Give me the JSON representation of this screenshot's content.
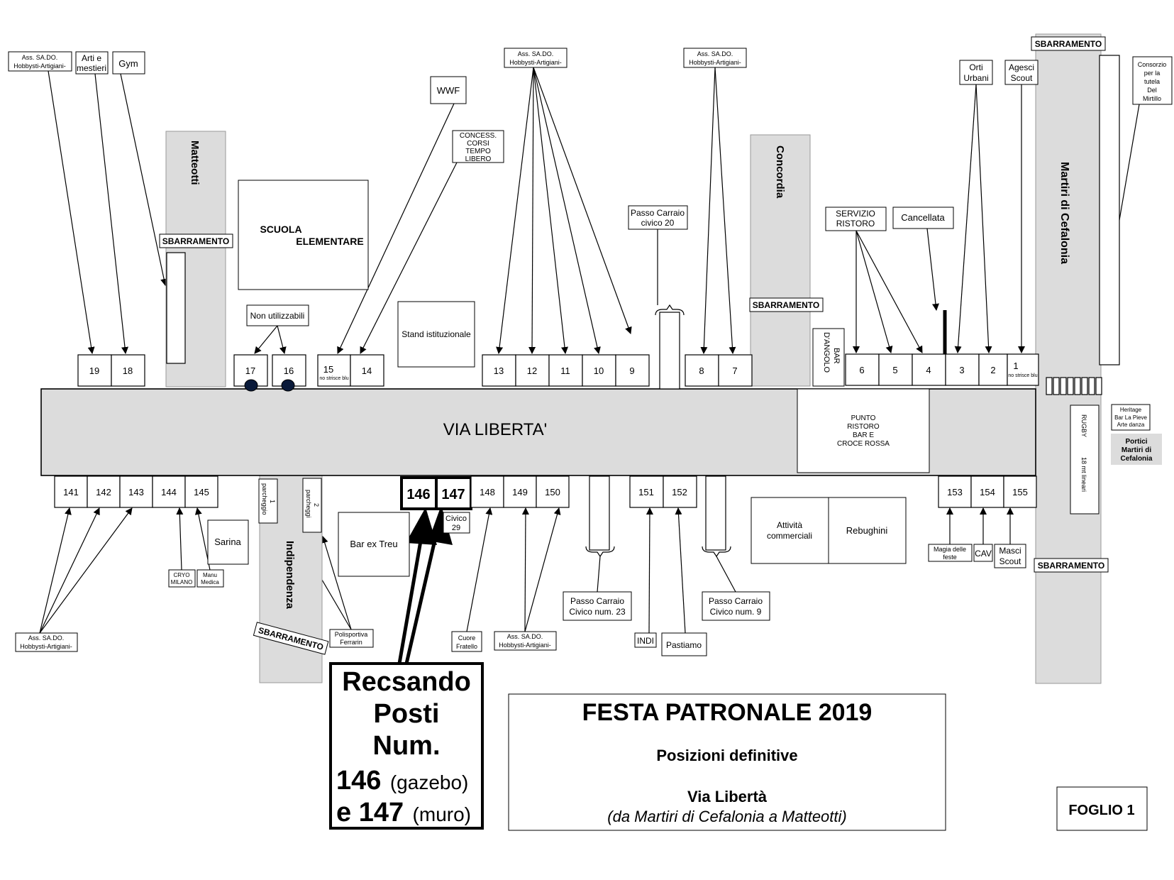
{
  "colors": {
    "road": "#dcdcdc",
    "line": "#000000",
    "background": "#ffffff"
  },
  "streets": {
    "main": "VIA  LIBERTA'",
    "matteotti": "Matteotti",
    "concordia": "Concordia",
    "cefalonia": "Martiri  di Cefalonia",
    "indipendenza": "Indipendenza"
  },
  "barrier": "SBARRAMENTO",
  "north_stalls": [
    "19",
    "18",
    "17",
    "16",
    "15",
    "14",
    "13",
    "12",
    "11",
    "10",
    "9",
    "8",
    "7",
    "6",
    "5",
    "4",
    "3",
    "2",
    "1"
  ],
  "south_stalls": [
    "141",
    "142",
    "143",
    "144",
    "145",
    "146",
    "147",
    "148",
    "149",
    "150",
    "151",
    "152",
    "153",
    "154",
    "155"
  ],
  "stall_notes": {
    "no_strisce_blu": "no strisce blu"
  },
  "labels": {
    "ass_sado": "Ass. SA.DO.",
    "hobbysti": "Hobbysti-Artigiani-",
    "arti_1": "Arti e",
    "arti_2": "mestieri",
    "gym": "Gym",
    "wwf": "WWF",
    "concess_1": "CONCESS.",
    "concess_2": "CORSI",
    "concess_3": "TEMPO",
    "concess_4": "LIBERO",
    "scuola_1": "SCUOLA",
    "scuola_2": "ELEMENTARE",
    "non_utilizzabili": "Non utilizzabili",
    "stand_istituzionale": "Stand istituzionale",
    "passo_carraio": "Passo Carraio",
    "civico_20": "civico 20",
    "civico_23": "Civico  num. 23",
    "civico_9": "Civico  num. 9",
    "servizio_1": "SERVIZIO",
    "servizio_2": "RISTORO",
    "cancellata": "Cancellata",
    "orti_1": "Orti",
    "orti_2": "Urbani",
    "agesci_1": "Agesci",
    "agesci_2": "Scout",
    "consorzio_1": "Consorzio",
    "consorzio_2": "per la",
    "consorzio_3": "tutela",
    "consorzio_4": "Del",
    "consorzio_5": "Mirtillo",
    "bar_angolo_1": "BAR",
    "bar_angolo_2": "D'ANGOLO",
    "punto_1": "PUNTO",
    "punto_2": "RISTORO",
    "punto_3": "BAR E",
    "punto_4": "CROCE ROSSA",
    "heritage_1": "Heritage",
    "heritage_2": "Bar La Pieve",
    "heritage_3": "Arte danza",
    "portici_1": "Portici",
    "portici_2": "Martiri di",
    "portici_3": "Cefalonia",
    "rugby_1": "RUGBY",
    "rugby_2": "18  mt   lineari",
    "sarina": "Sarina",
    "cryo_1": "CRYO",
    "cryo_2": "MILANO",
    "manu_1": "Manu",
    "manu_2": "Medica",
    "parcheggio_1": "1",
    "parcheggio_1b": "parcheggio",
    "parcheggio_2": "2",
    "parcheggio_2b": "parcheggi",
    "bar_ex_treu": "Bar ex Treu",
    "civico_29_1": "Civico",
    "civico_29_2": "29",
    "polisportiva_1": "Polisportiva",
    "polisportiva_2": "Ferrarin",
    "cuore_1": "Cuore",
    "cuore_2": "Fratello",
    "indi": "INDI",
    "pastiamo": "Pastiamo",
    "attivita_1": "Attività",
    "attivita_2": "commerciali",
    "rebughini": "Rebughini",
    "magia_1": "Magia delle",
    "magia_2": "feste",
    "cav": "CAV",
    "masci_1": "Masci",
    "masci_2": "Scout"
  },
  "callout": {
    "line1": "Recsando",
    "line2": "Posti",
    "line3": "Num.",
    "num1": "146",
    "desc1": "(gazebo)",
    "num2": "e 147",
    "desc2": "(muro)"
  },
  "title_block": {
    "title": "FESTA PATRONALE 2019",
    "subtitle": "Posizioni definitive",
    "street": "Via Libertà",
    "range": "(da Martiri di Cefalonia a Matteotti)"
  },
  "sheet": "FOGLIO 1"
}
